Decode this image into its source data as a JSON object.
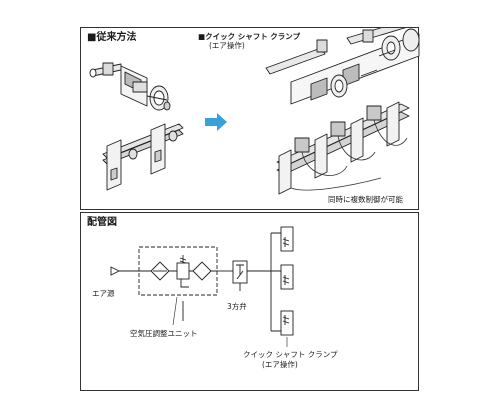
{
  "top": {
    "conventional_heading": "■従来方法",
    "quick_heading_line1": "■クイック シャフト クランプ",
    "quick_heading_line2": "(エア操作)",
    "caption": "同時に複数制御が可能",
    "arrow_color": "#3aa0d8"
  },
  "bottom": {
    "heading": "配管図",
    "air_source_label": "エア源",
    "regulator_unit_label": "空気圧調整ユニット",
    "valve_label": "3方弁",
    "clamp_label_line1": "クイック シャフト クランプ",
    "clamp_label_line2": "(エア操作)"
  }
}
